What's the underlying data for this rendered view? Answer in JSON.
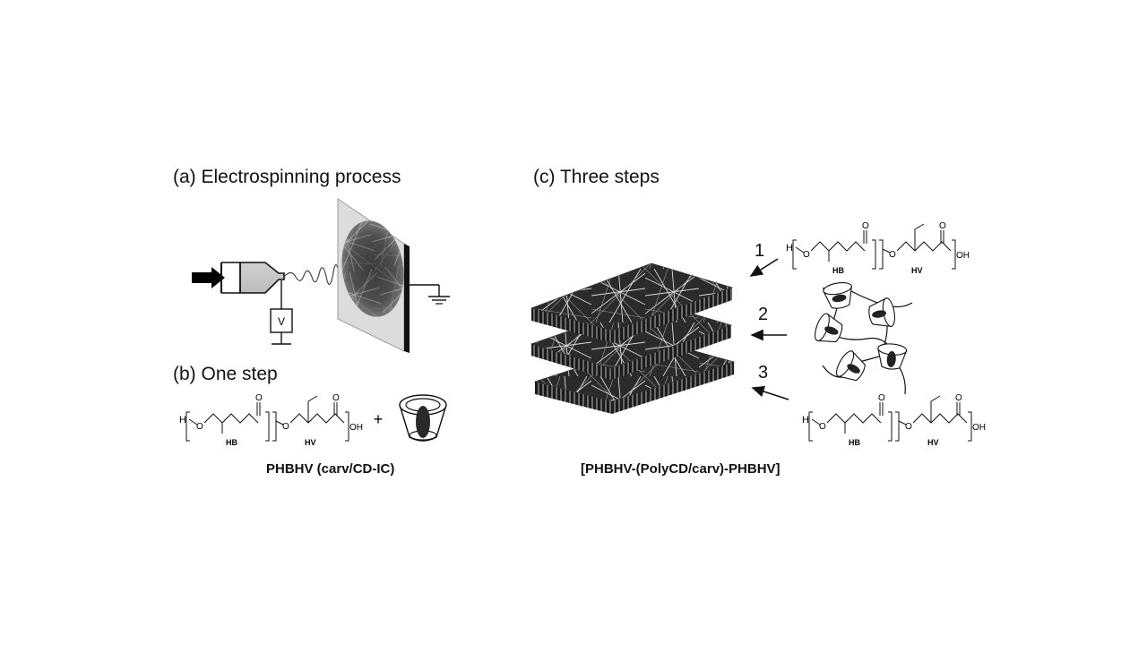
{
  "panels": {
    "a": {
      "title": "(a) Electrospinning process",
      "voltage_label": "V"
    },
    "b": {
      "title": "(b) One step",
      "plus": "+",
      "caption": "PHBHV (carv/CD-IC)"
    },
    "c": {
      "title": "(c) Three steps",
      "caption": "[PHBHV-(PolyCD/carv)-PHBHV]",
      "steps": [
        "1",
        "2",
        "3"
      ]
    }
  },
  "molecule": {
    "h": "H",
    "o": "O",
    "oh": "OH",
    "hb": "HB",
    "hv": "HV"
  }
}
